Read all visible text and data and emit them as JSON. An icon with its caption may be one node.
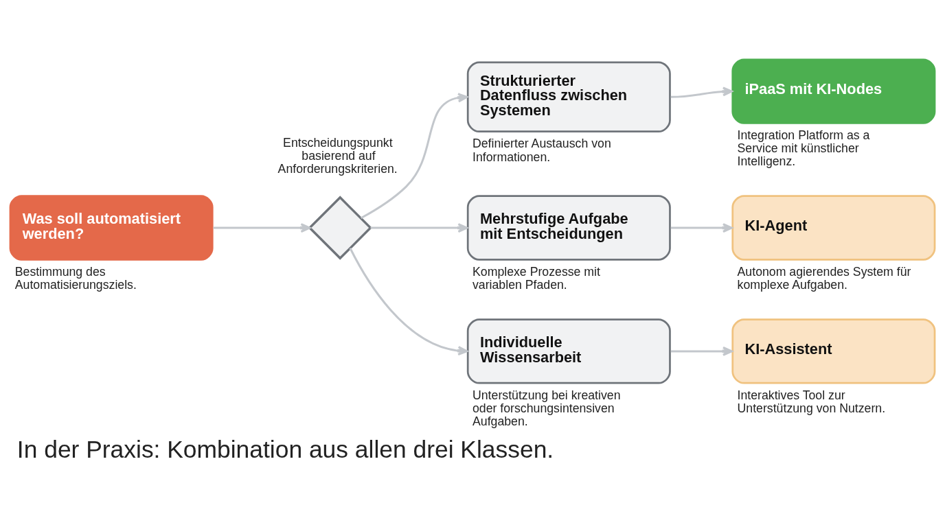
{
  "diagram": {
    "caption": "In der Praxis: Kombination aus allen drei Klassen.",
    "nodes": [
      {
        "text": [
          "Was soll automatisiert werden?"
        ],
        "beside": [
          "Bestimmung des Automatisierungsziels."
        ]
      },
      {
        "text": [],
        "shape": "diamond",
        "beside": [
          "Entscheidungspunkt basierend auf Anforderungskriterien."
        ]
      },
      {
        "text": [
          "Strukturierter Datenfluss zwischen Systemen"
        ],
        "beside": [
          "Definierter Austausch von Informationen."
        ]
      },
      {
        "text": [
          "Mehrstufige Aufgabe mit Entscheidungen"
        ],
        "beside": [
          "Komplexe Prozesse mit variablen Pfaden."
        ]
      },
      {
        "text": [
          "Individuelle Wissensarbeit"
        ],
        "beside": [
          "Unterstützung bei kreativen oder forschungsintensiven Aufgaben."
        ]
      },
      {
        "text": [
          "iPaaS mit KI-Nodes"
        ],
        "beside": [
          "Integration Platform as a Service mit künstlicher Intelligenz."
        ]
      },
      {
        "text": [
          "KI-Agent"
        ],
        "beside": [
          "Autonom agierendes System für komplexe Aufgaben."
        ]
      },
      {
        "text": [
          "KI-Assistent"
        ],
        "beside": [
          "Interaktives Tool zur Unterstützung von Nutzern."
        ]
      }
    ],
    "edges": [
      {
        "from": 0,
        "to": 1,
        "arrow": "to"
      },
      {
        "from": 1,
        "to": 2,
        "arrow": "to"
      },
      {
        "from": 1,
        "to": 3,
        "arrow": "to"
      },
      {
        "from": 1,
        "to": 4,
        "arrow": "to"
      },
      {
        "from": 2,
        "to": 5,
        "arrow": "to"
      },
      {
        "from": 3,
        "to": 6,
        "arrow": "to"
      },
      {
        "from": 4,
        "to": 7,
        "arrow": "to"
      }
    ]
  }
}
